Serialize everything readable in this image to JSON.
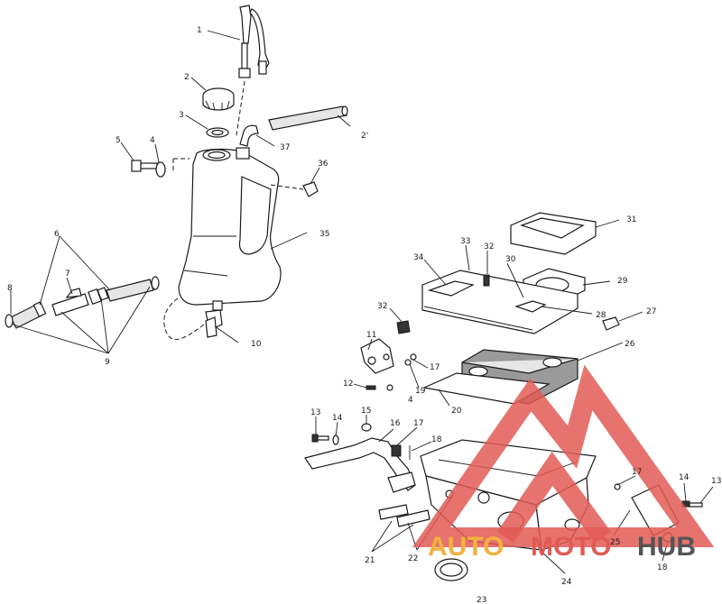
{
  "callouts": {
    "c1": "1",
    "c2": "2",
    "c21a": "2'",
    "c3": "3",
    "c4a": "4",
    "c4b": "4",
    "c5": "5",
    "c6": "6",
    "c7": "7",
    "c8": "8",
    "c9": "9",
    "c10": "10",
    "c11": "11",
    "c12": "12",
    "c13a": "13",
    "c13b": "13",
    "c14a": "14",
    "c14b": "14",
    "c15": "15",
    "c16": "16",
    "c17a": "17",
    "c17b": "17",
    "c17c": "17",
    "c18a": "18",
    "c18b": "18",
    "c19": "19",
    "c20": "20",
    "c21b": "21",
    "c22": "22",
    "c23": "23",
    "c24": "24",
    "c25": "25",
    "c26": "26",
    "c27": "27",
    "c28": "28",
    "c29": "29",
    "c30": "30",
    "c31": "31",
    "c32a": "32",
    "c32b": "32",
    "c33": "33",
    "c34": "34",
    "c35": "35",
    "c36": "36",
    "c37": "37"
  },
  "watermark": {
    "auto": "AUTO",
    "moto": "MOTO",
    "hub": "HUB",
    "colors": {
      "red": "#e25a55",
      "orange": "#f4b23c",
      "gray": "#555555"
    }
  }
}
